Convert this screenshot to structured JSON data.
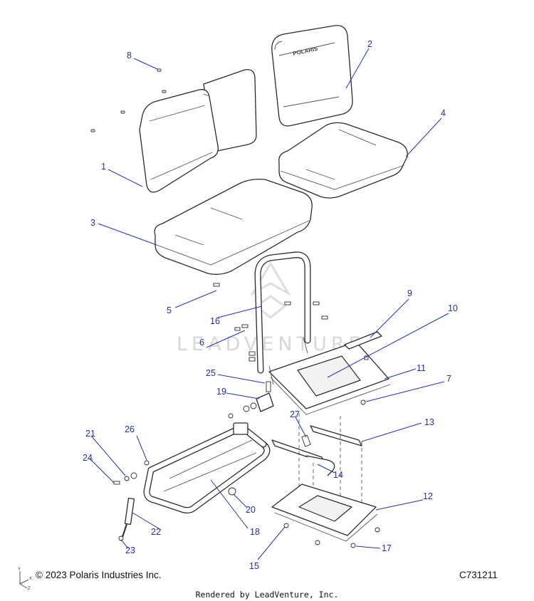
{
  "callouts": [
    "1",
    "2",
    "3",
    "4",
    "5",
    "6",
    "7",
    "8",
    "9",
    "10",
    "11",
    "12",
    "13",
    "14",
    "15",
    "16",
    "17",
    "18",
    "19",
    "20",
    "21",
    "22",
    "23",
    "24",
    "25",
    "26",
    "27"
  ],
  "seat_logo": "POLARIS",
  "watermark": "LEADVENTURE",
  "axis": {
    "y": "Y",
    "x": "X",
    "z": "Z"
  },
  "footer": {
    "copyright": "© 2023 Polaris Industries Inc.",
    "drawing_id": "C731211",
    "rendered_by": "Rendered by LeadVenture, Inc."
  },
  "colors": {
    "callout": "#1f2fb0",
    "line_art": "#2b2b2b"
  }
}
